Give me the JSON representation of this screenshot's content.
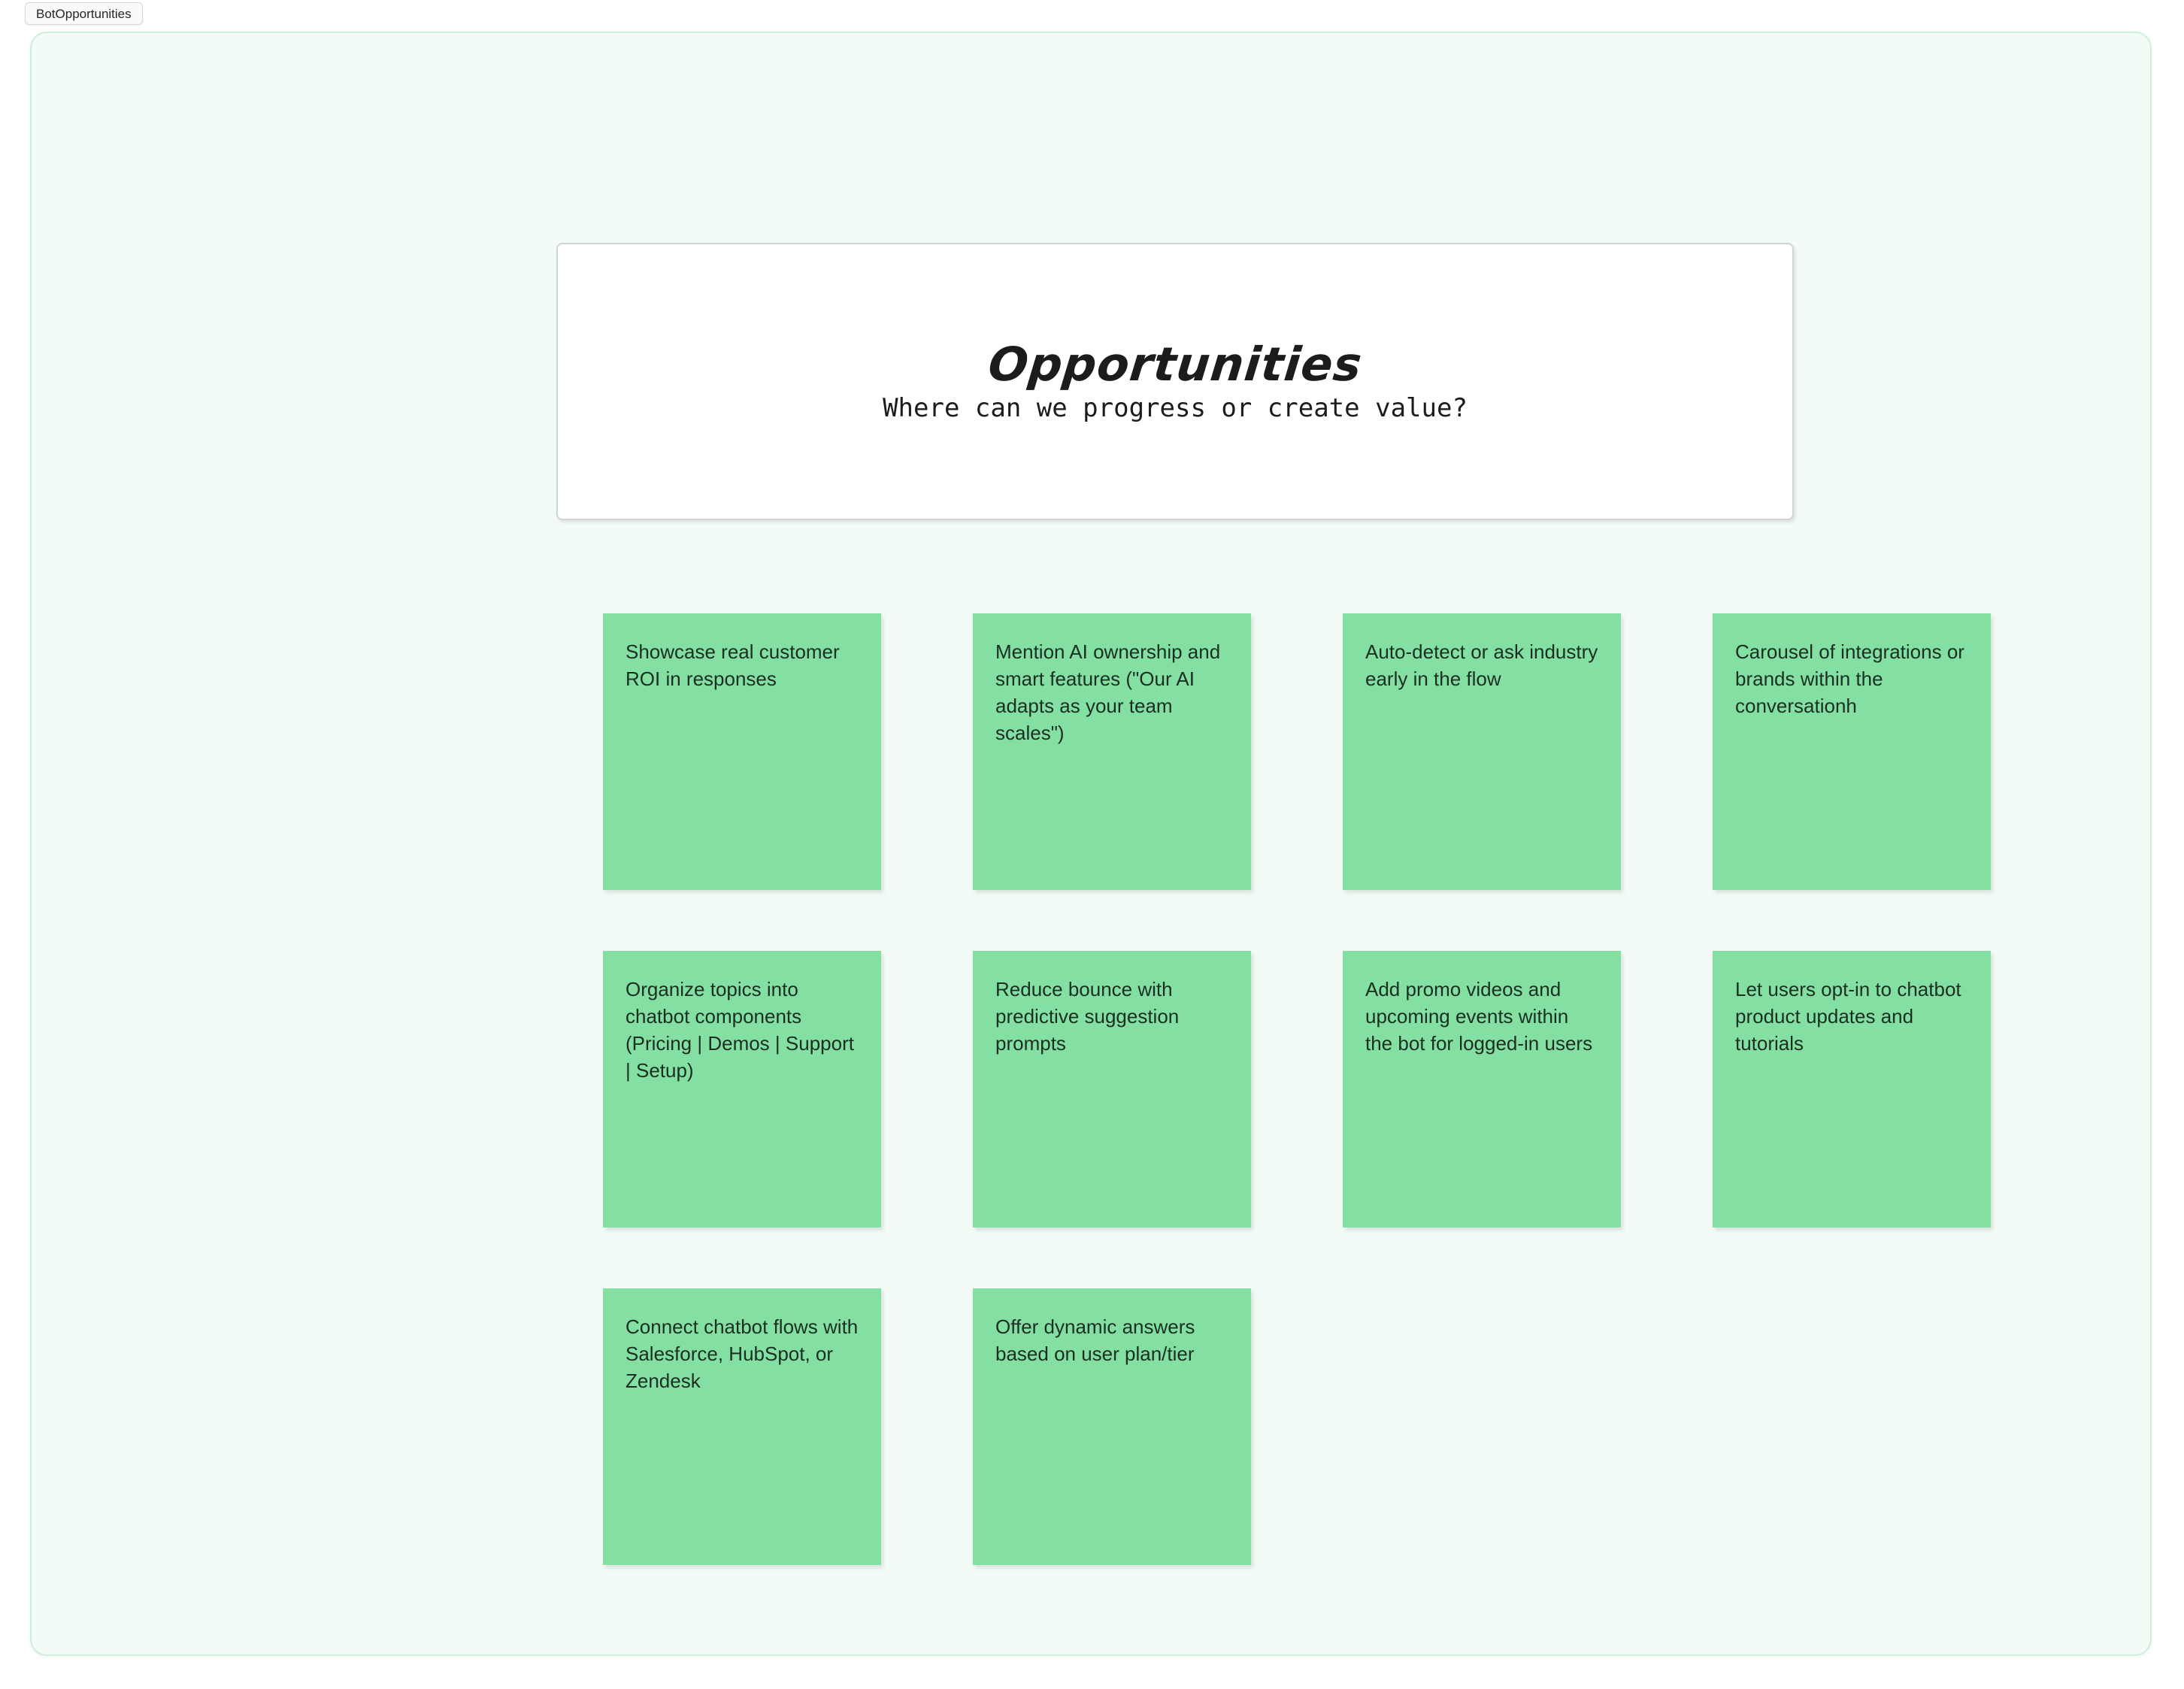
{
  "board": {
    "chip_label": "BotOpportunities",
    "canvas_background": "#f2fbf6",
    "canvas_border": "#cdeedb"
  },
  "header": {
    "title": "Opportunities",
    "subtitle": "Where can we progress or create value?",
    "background": "#ffffff",
    "border": "#d4d4d4"
  },
  "notes": {
    "color": "#84dfa3",
    "text_color": "#192f22",
    "rows": [
      [
        {
          "text": "Showcase real customer ROI in responses"
        },
        {
          "text": "Mention AI ownership and smart features (\"Our AI adapts as your team scales\")"
        },
        {
          "text": "Auto-detect or ask industry early in the flow"
        },
        {
          "text": "Carousel of integrations or brands within the conversationh"
        }
      ],
      [
        {
          "text": "Organize topics into chatbot components (Pricing | Demos | Support | Setup)"
        },
        {
          "text": "Reduce bounce with predictive suggestion prompts"
        },
        {
          "text": "Add promo videos and upcoming events within the bot for logged-in users"
        },
        {
          "text": "Let users opt-in to chatbot product updates and tutorials"
        }
      ],
      [
        {
          "text": "Connect chatbot flows with Salesforce, HubSpot, or Zendesk"
        },
        {
          "text": "Offer dynamic answers based on user plan/tier"
        },
        {
          "text": ""
        },
        {
          "text": ""
        }
      ]
    ]
  }
}
